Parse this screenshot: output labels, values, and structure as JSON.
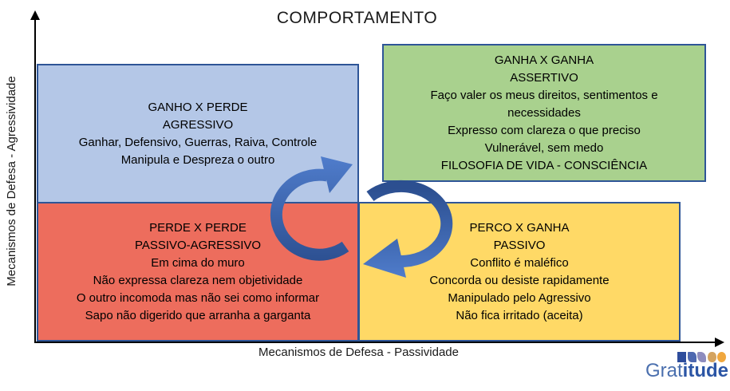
{
  "title": "COMPORTAMENTO",
  "axes": {
    "y_label": "Mecanismos de Defesa - Agressividade",
    "x_label": "Mecanismos de Defesa - Passividade"
  },
  "quadrants": {
    "win_lose_aggressive": {
      "position": "top-left",
      "fill": "#B4C7E7",
      "lines": [
        "GANHO X PERDE",
        "AGRESSIVO",
        "Ganhar, Defensivo, Guerras, Raiva, Controle",
        "Manipula e Despreza o outro"
      ]
    },
    "win_win_assertive": {
      "position": "top-right",
      "fill": "#A9D18E",
      "lines": [
        "GANHA X GANHA",
        "ASSERTIVO",
        "Faço valer os meus direitos, sentimentos e",
        "necessidades",
        "Expresso com clareza o que preciso",
        "Vulnerável, sem medo",
        "FILOSOFIA DE VIDA - CONSCIÊNCIA"
      ]
    },
    "lose_lose_passive_aggressive": {
      "position": "bottom-left",
      "fill": "#ED6D5D",
      "lines": [
        "PERDE X PERDE",
        "PASSIVO-AGRESSIVO",
        "Em cima do muro",
        "Não expressa clareza nem objetividade",
        "O outro incomoda mas não sei como informar",
        "Sapo não digerido que arranha a garganta"
      ]
    },
    "lose_win_passive": {
      "position": "bottom-right",
      "fill": "#FFD966",
      "lines": [
        "PERCO X GANHA",
        "PASSIVO",
        "Conflito é maléfico",
        "Concorda ou desiste rapidamente",
        "Manipulado pelo Agressivo",
        "Não fica irritado (aceita)"
      ]
    }
  },
  "colors": {
    "quadrant_border": "#2E5597",
    "arrow_light": "#4F7CCB",
    "arrow_dark": "#2C4F90",
    "axis": "#000000"
  },
  "icons": {
    "center": [
      "curved-arrow-up-right-icon",
      "curved-arrow-down-left-icon"
    ]
  },
  "logo": {
    "text_regular": "Grat",
    "text_bold": "itude",
    "color_regular": "#4A6FAE",
    "color_bold": "#2B55A5",
    "mark_colors": [
      "#2E4D9C",
      "#4E68B0",
      "#8E8CBE",
      "#D4A35F",
      "#F0A73E"
    ]
  }
}
